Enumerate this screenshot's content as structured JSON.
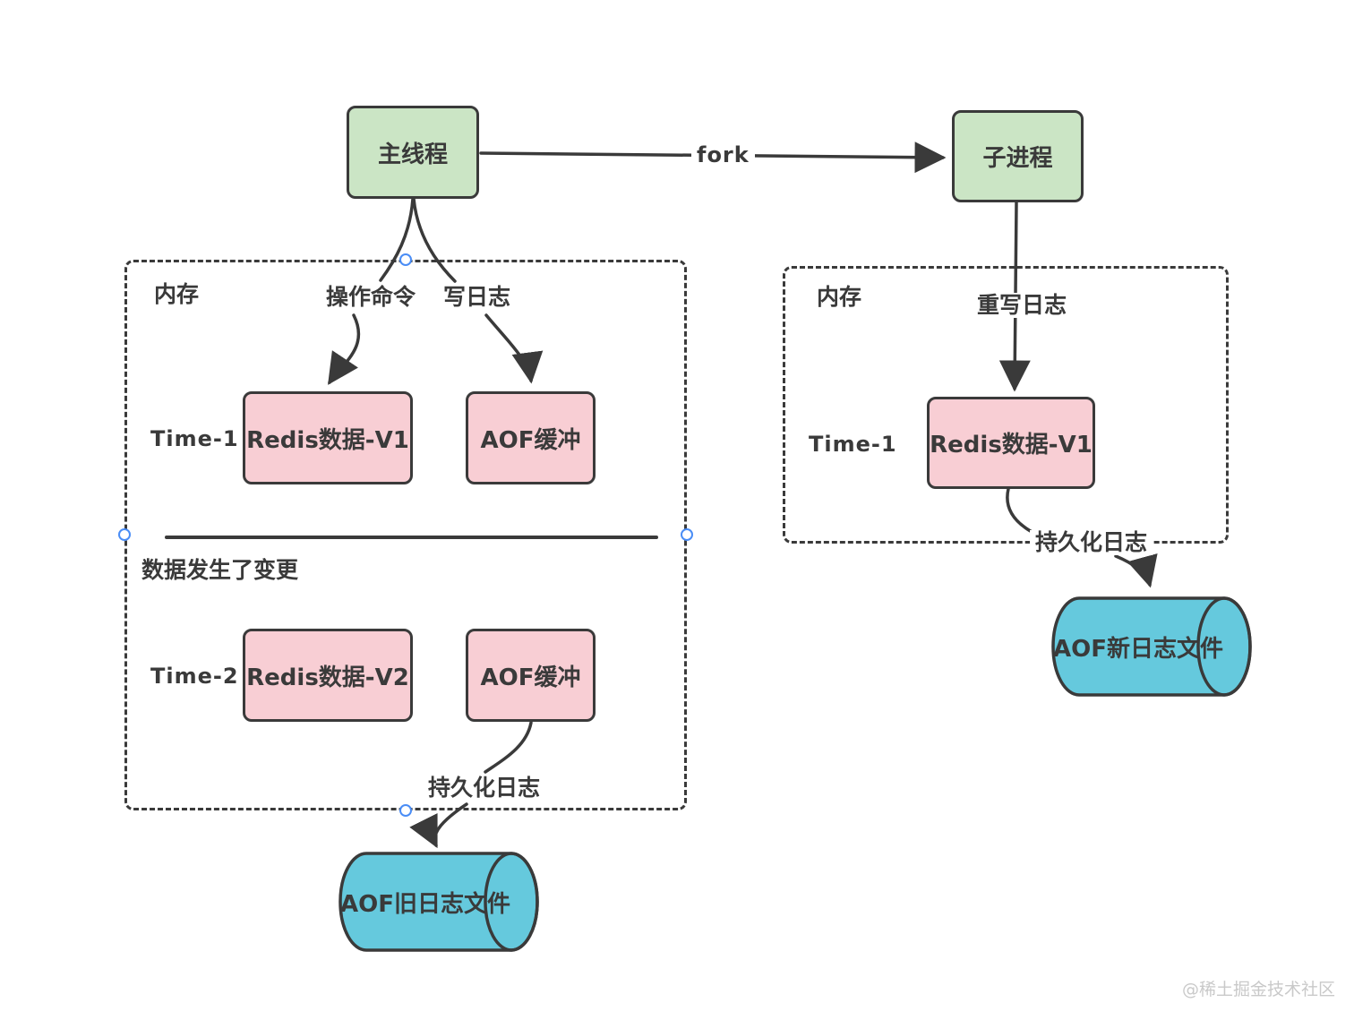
{
  "colors": {
    "green": "#cbe5c5",
    "pink": "#f8ced4",
    "cyan": "#65c9dd",
    "stroke": "#3a3a3a",
    "handle": "#4a8df6",
    "wm": "#c9c9c9"
  },
  "nodes": {
    "main_thread": "主线程",
    "child_process": "子进程",
    "fork_label": "fork"
  },
  "left_region": {
    "memory_label": "内存",
    "cmd_label": "操作命令",
    "write_log_label": "写日志",
    "time1_label": "Time-1",
    "redis_v1": "Redis数据-V1",
    "aof_buffer_1": "AOF缓冲",
    "changed_label": "数据发生了变更",
    "time2_label": "Time-2",
    "redis_v2": "Redis数据-V2",
    "aof_buffer_2": "AOF缓冲",
    "persist_label": "持久化日志",
    "old_log_file": "AOF旧日志文件"
  },
  "right_region": {
    "memory_label": "内存",
    "rewrite_label": "重写日志",
    "time1_label": "Time-1",
    "redis_v1": "Redis数据-V1",
    "persist_label": "持久化日志",
    "new_log_file": "AOF新日志文件"
  },
  "watermark": "@稀土掘金技术社区"
}
